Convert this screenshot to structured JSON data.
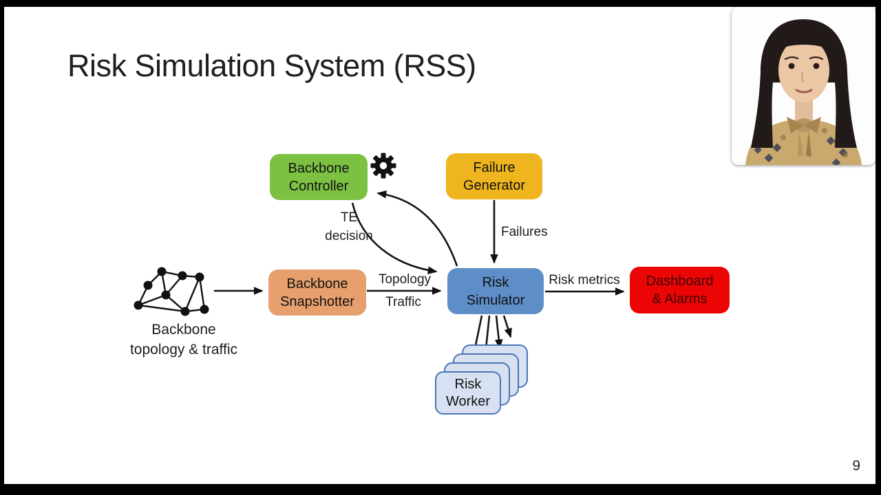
{
  "slide": {
    "title": "Risk Simulation System (RSS)",
    "page_number": "9",
    "background": "#ffffff",
    "frame_color": "#000000"
  },
  "diagram": {
    "boxes": {
      "backbone_controller": {
        "line1": "Backbone",
        "line2": "Controller",
        "fill": "#7CC142",
        "text": "#111111"
      },
      "failure_generator": {
        "line1": "Failure",
        "line2": "Generator",
        "fill": "#EFB51F",
        "text": "#111111"
      },
      "backbone_snapshotter": {
        "line1": "Backbone",
        "line2": "Snapshotter",
        "fill": "#E69F6D",
        "text": "#111111"
      },
      "risk_simulator": {
        "line1": "Risk",
        "line2": "Simulator",
        "fill": "#5D8EC7",
        "text": "#111111"
      },
      "dashboard_alarms": {
        "line1": "Dashboard",
        "line2": "& Alarms",
        "fill": "#EC0505",
        "text": "#3D0404"
      },
      "risk_worker": {
        "line1": "Risk",
        "line2": "Worker",
        "fill": "#D8E1F2",
        "border": "#4C74B8",
        "text": "#111111",
        "count": 4
      }
    },
    "edge_labels": {
      "te_decision_line1": "TE",
      "te_decision_line2": "decision",
      "topology": "Topology",
      "traffic": "Traffic",
      "failures": "Failures",
      "risk_metrics": "Risk metrics"
    },
    "graph_caption": {
      "line1": "Backbone",
      "line2": "topology & traffic"
    },
    "icons": {
      "gear": "gear-icon"
    },
    "arrow_color": "#111111"
  },
  "webcam": {
    "background": "#ffffff"
  }
}
